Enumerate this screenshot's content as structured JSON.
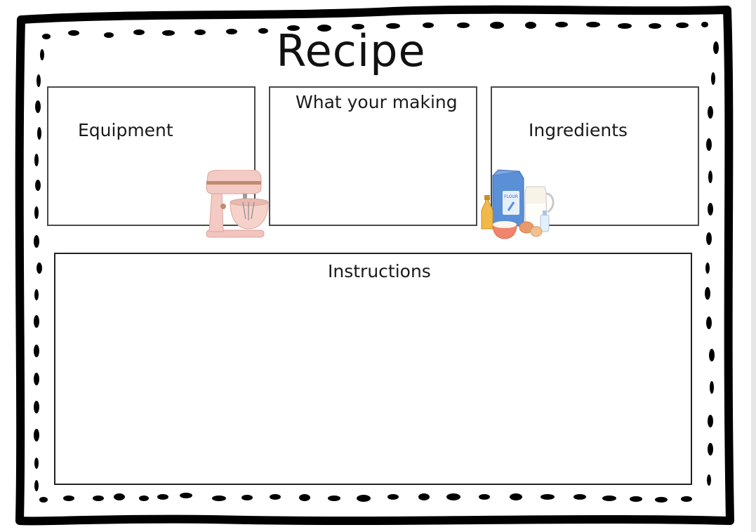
{
  "worksheet": {
    "title": "Recipe",
    "sections": {
      "equipment": "Equipment",
      "what_making": "What your making",
      "ingredients": "Ingredients",
      "instructions": "Instructions"
    },
    "illustrations": {
      "mixer": "stand-mixer-illustration",
      "ingredients": "baking-ingredients-illustration"
    },
    "colors": {
      "border": "#000000",
      "box_border": "#4a4a4a",
      "mixer_pink": "#f2c4bd",
      "flour_blue": "#5b8fd6"
    }
  }
}
